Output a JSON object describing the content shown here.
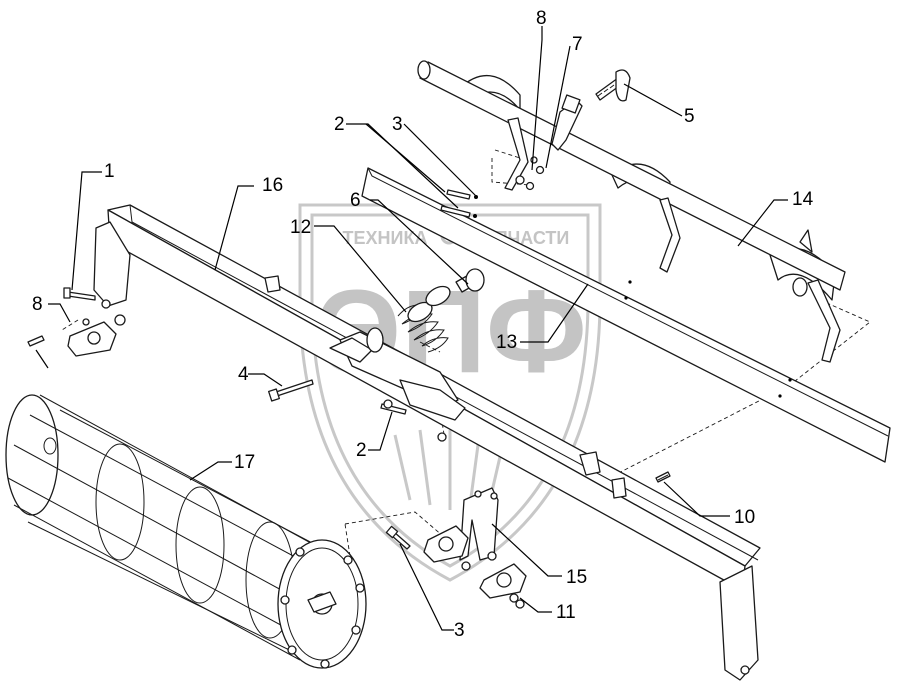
{
  "watermark": {
    "company": "ТЕХНИКА",
    "parts": "ЗАПЧАСТИ",
    "logo": "ЭПФ",
    "gear_icon": "gear-icon"
  },
  "callouts": {
    "c1": "1",
    "c2a": "2",
    "c2b": "2",
    "c3a": "3",
    "c3b": "3",
    "c4": "4",
    "c5": "5",
    "c6": "6",
    "c7": "7",
    "c8a": "8",
    "c8b": "8",
    "c10": "10",
    "c11": "11",
    "c12": "12",
    "c13": "13",
    "c14": "14",
    "c15": "15",
    "c16": "16",
    "c17": "17"
  }
}
